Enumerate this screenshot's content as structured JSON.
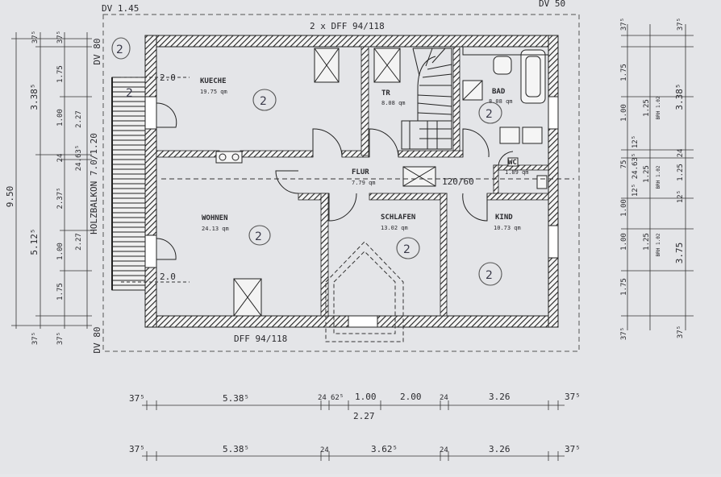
{
  "rooms": [
    {
      "name": "KUECHE",
      "area": "19.75 qm"
    },
    {
      "name": "TR",
      "area": "8.08 qm"
    },
    {
      "name": "BAD",
      "area": "8.08 qm"
    },
    {
      "name": "FLUR",
      "area": "7.79 qm"
    },
    {
      "name": "WC",
      "area": "1.89 qm"
    },
    {
      "name": "WOHNEN",
      "area": "24.13 qm"
    },
    {
      "name": "SCHLAFEN",
      "area": "13.02 qm"
    },
    {
      "name": "KIND",
      "area": "10.73 qm"
    }
  ],
  "annotations": {
    "top_window": "2 x DFF 94/118",
    "bottom_window": "DFF 94/118",
    "dv_top_left": "DV 80",
    "dv_top": "DV 1.45",
    "dv_top_right": "DV 50",
    "dv_bottom_left": "DV 80",
    "balcony": "HOLZBALKON 7.0/1.20",
    "opening": "120/60",
    "balcony_top_depth": "2.0",
    "balcony_bottom_depth": "2.0",
    "hand_marks": [
      "2",
      "2",
      "2",
      "2",
      "2",
      "2",
      "2"
    ]
  },
  "dims_left": {
    "outer_total": "9.50",
    "outer_a": "3.38⁵",
    "outer_b": "5.12⁵",
    "inner": [
      "37⁵",
      "1.75",
      "1.00",
      "24",
      "2.37⁵",
      "1.00",
      "1.75",
      "37⁵"
    ],
    "inner2": [
      "2.27",
      "24.63⁵",
      "2.27"
    ],
    "far": [
      "37⁵",
      "37⁵"
    ]
  },
  "dims_right": {
    "a": [
      "37⁵",
      "1.75",
      "1.00",
      "75",
      "1.00",
      "1.00",
      "1.75",
      "37⁵"
    ],
    "b": [
      "1.25",
      "BRH 1.02",
      "1.25",
      "BRH 1.02",
      "1.25",
      "BRH 1.02"
    ],
    "c": [
      "37⁵",
      "3.38⁵",
      "24",
      "1.25",
      "12⁵",
      "3.75",
      "37⁵"
    ],
    "d": [
      "12⁵",
      "24.63⁵",
      "12⁵"
    ]
  },
  "dims_bottom1": [
    "37⁵",
    "5.38⁵",
    "24",
    "62⁵",
    "1.00",
    "2.00",
    "24",
    "3.26",
    "37⁵",
    "2.27"
  ],
  "dims_bottom2": [
    "37⁵",
    "5.38⁵",
    "24",
    "3.62⁵",
    "24",
    "3.26",
    "37⁵"
  ]
}
